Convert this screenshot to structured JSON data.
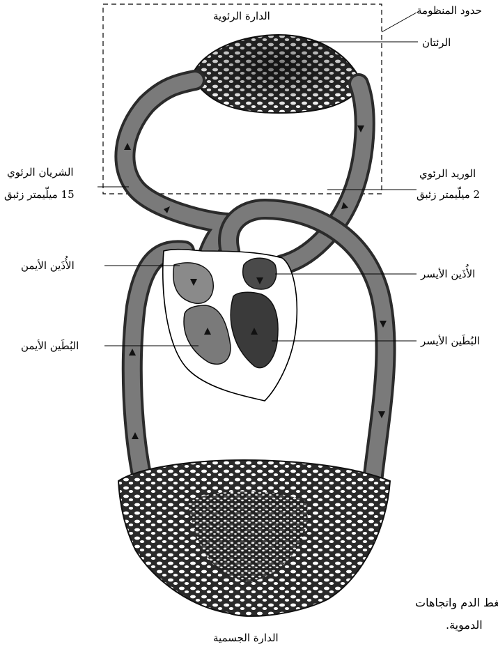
{
  "labels": {
    "system_boundary": "حدود المنظومة",
    "pulmonary_circuit": "الدارة الرئوية",
    "lungs": "الرئتان",
    "pulmonary_artery": "الشريان الرئوي",
    "pulmonary_artery_pressure": "15 ميلّيمتر زئبق",
    "pulmonary_vein": "الوريد الرئوي",
    "pulmonary_vein_pressure": "2 ميلّيمتر زئبق",
    "right_atrium": "الأُذَين الأيمن",
    "left_atrium": "الأُذَين الأيسر",
    "right_ventricle": "البُطَين الأيمن",
    "left_ventricle": "البُطَين الأيسر",
    "systemic_circuit": "الدارة الجسمية",
    "caption_line1": "ضغط الدم واتجاهات",
    "caption_line2": "الدموية."
  },
  "colors": {
    "vessel_dark": "#2b2b2b",
    "vessel_mid": "#7a7a7a",
    "heart_outline": "#000000",
    "background": "#ffffff"
  }
}
